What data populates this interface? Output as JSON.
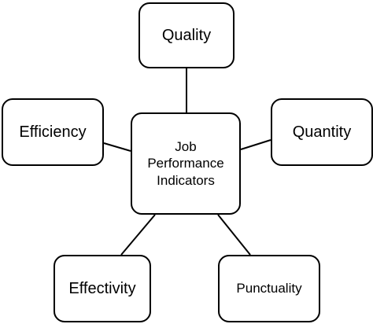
{
  "center": {
    "label": "Job\nPerformance\nIndicators"
  },
  "indicators": {
    "quality": "Quality",
    "efficiency": "Efficiency",
    "quantity": "Quantity",
    "effectivity": "Effectivity",
    "punctuality": "Punctuality"
  },
  "colors": {
    "stroke": "#000000",
    "fill": "#ffffff"
  }
}
